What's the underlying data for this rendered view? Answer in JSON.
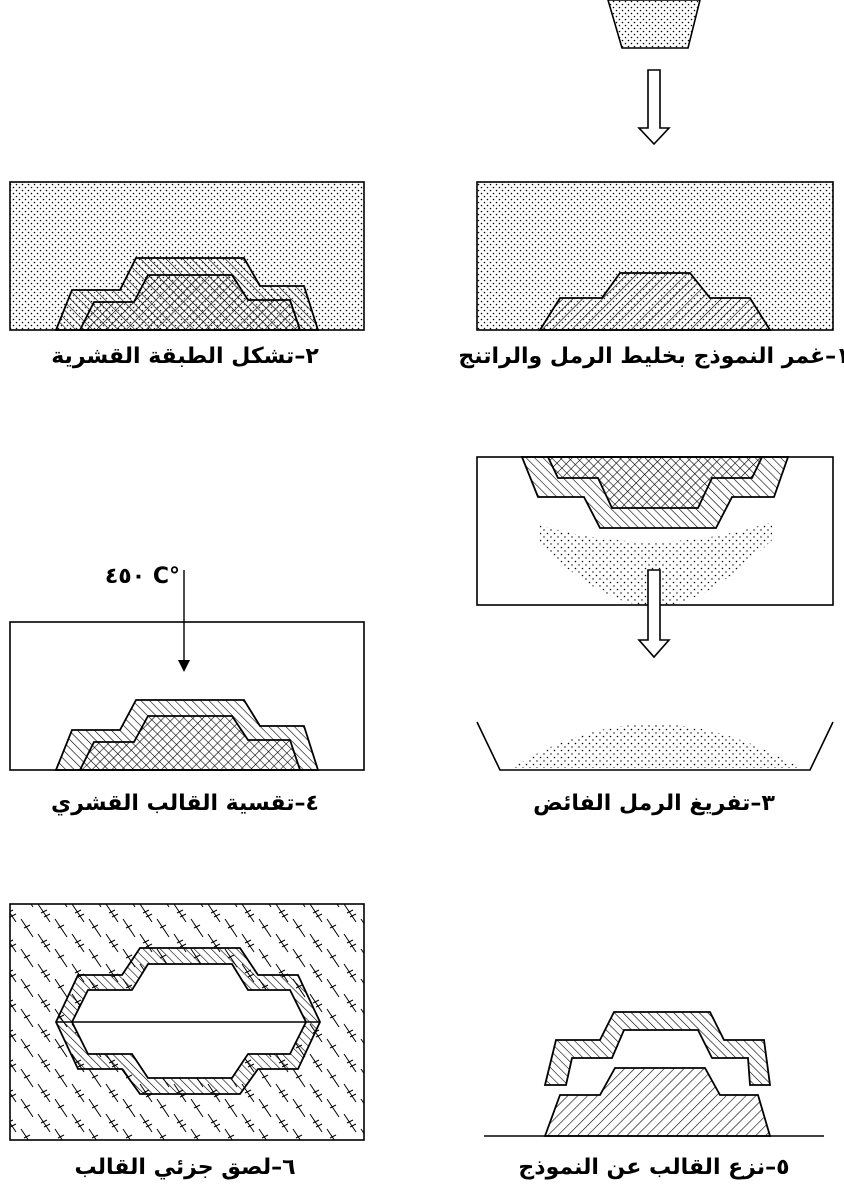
{
  "steps": [
    {
      "id": 1,
      "caption": "١–غمر النموذج بخليط الرمل والراتنج"
    },
    {
      "id": 2,
      "caption": "٢–تشكل الطبقة القشرية"
    },
    {
      "id": 3,
      "caption": "٣–تفريغ الرمل الفائض"
    },
    {
      "id": 4,
      "caption": "٤–تقسية القالب القشري"
    },
    {
      "id": 5,
      "caption": "٥–نزع القالب عن النموذج"
    },
    {
      "id": 6,
      "caption": "٦–لصق جزئي القالب"
    }
  ],
  "curing": {
    "temperature_label": "°C ٤٥٠"
  },
  "colors": {
    "line": "#000000",
    "background": "#ffffff"
  }
}
